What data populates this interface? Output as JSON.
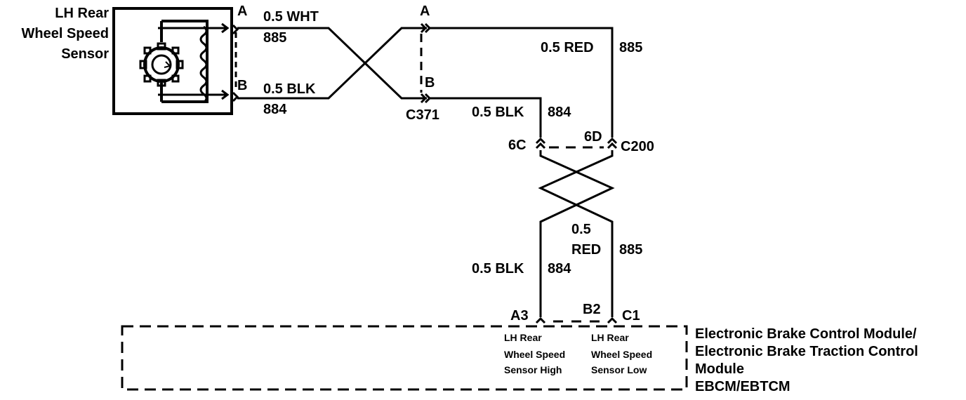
{
  "sensor": {
    "name_line1": "LH Rear",
    "name_line2": "Wheel Speed",
    "name_line3": "Sensor",
    "pin_a": "A",
    "pin_b": "B"
  },
  "wires": {
    "wht_top": {
      "size_color": "0.5 WHT",
      "circuit": "885"
    },
    "blk_top": {
      "size_color": "0.5 BLK",
      "circuit": "884"
    },
    "red_upper": {
      "size_color": "0.5 RED",
      "circuit": "885"
    },
    "blk_mid": {
      "size_color": "0.5 BLK",
      "circuit": "884"
    },
    "red_lower": {
      "size_line1": "0.5",
      "color_line2": "RED",
      "circuit": "885"
    },
    "blk_lower": {
      "size_color": "0.5 BLK",
      "circuit": "884"
    }
  },
  "c371": {
    "id": "C371",
    "pin_a": "A",
    "pin_b": "B"
  },
  "c200": {
    "id": "C200",
    "pin_left": "6C",
    "pin_right": "6D"
  },
  "module": {
    "pin_a3": "A3",
    "pin_b2": "B2",
    "pin_c1": "C1",
    "pin_label_high_1": "LH Rear",
    "pin_label_high_2": "Wheel Speed",
    "pin_label_high_3": "Sensor High",
    "pin_label_low_1": "LH Rear",
    "pin_label_low_2": "Wheel Speed",
    "pin_label_low_3": "Sensor Low",
    "name_line1": "Electronic Brake Control Module/",
    "name_line2": "Electronic Brake Traction Control",
    "name_line3": "Module",
    "name_line4": "EBCM/EBTCM"
  }
}
